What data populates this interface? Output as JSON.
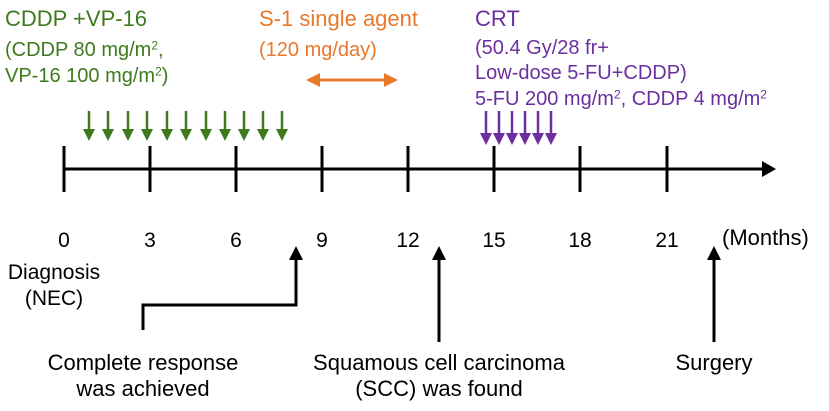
{
  "cddp": {
    "title": "CDDP +VP-16",
    "line1_pre": "(CDDP 80 mg/m",
    "line1_sup": "2",
    "line1_post": ",",
    "line2_pre": "VP-16 100 mg/m",
    "line2_sup": "2",
    "line2_post": ")",
    "color": "#3f7a1e"
  },
  "s1": {
    "title": "S-1 single agent",
    "dose": "(120 mg/day)",
    "color": "#e8782a"
  },
  "crt": {
    "title": "CRT",
    "line1": "(50.4 Gy/28 fr+",
    "line2": "Low-dose 5-FU+CDDP)",
    "line3_a": "5-FU 200 mg/m",
    "line3_sup1": "2",
    "line3_b": ", CDDP 4 mg/m",
    "line3_sup2": "2",
    "color": "#6b2fa0"
  },
  "axis": {
    "ticks": [
      "0",
      "3",
      "6",
      "9",
      "12",
      "15",
      "18",
      "21"
    ],
    "unit": "(Months)"
  },
  "events": {
    "diagnosis_line1": "Diagnosis",
    "diagnosis_line2": "(NEC)",
    "cr_line1": "Complete response",
    "cr_line2": "was achieved",
    "scc_line1": "Squamous cell carcinoma",
    "scc_line2": "(SCC) was found",
    "surgery": "Surgery"
  }
}
